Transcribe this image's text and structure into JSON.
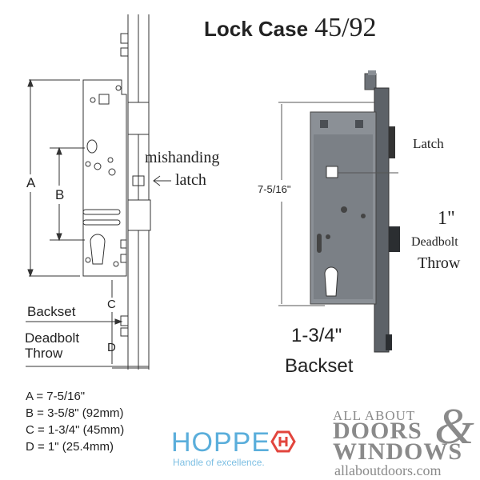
{
  "title": {
    "main": "Lock Case",
    "number": "45/92"
  },
  "left_diagram": {
    "label_a": "A",
    "label_b": "B",
    "label_c": "C",
    "label_d": "D",
    "mishanding_line1": "mishanding",
    "mishanding_line2": "latch",
    "arrow_glyph": "<",
    "backset_label": "Backset",
    "deadbolt_line1": "Deadbolt",
    "deadbolt_line2": "Throw"
  },
  "legend": [
    "A = 7-5/16\"",
    "B = 3-5/8\" (92mm)",
    "C = 1-3/4\" (45mm)",
    "D = 1\" (25.4mm)"
  ],
  "right_photo": {
    "height_label": "7-5/16\"",
    "latch_label": "Latch",
    "throw_value": "1\"",
    "throw_line1": "Deadbolt",
    "throw_line2": "Throw",
    "backset_value": "1-3/4\"",
    "backset_label": "Backset"
  },
  "brand_hoppe": {
    "name": "HOPPE",
    "tagline": "Handle of excellence.",
    "color": "#5aaedb"
  },
  "brand_aad": {
    "line1": "ALL ABOUT",
    "line2": "DOORS",
    "ampersand": "&",
    "line3": "WINDOWS",
    "url": "allaboutdoors.com",
    "color": "#8a8a8a"
  }
}
